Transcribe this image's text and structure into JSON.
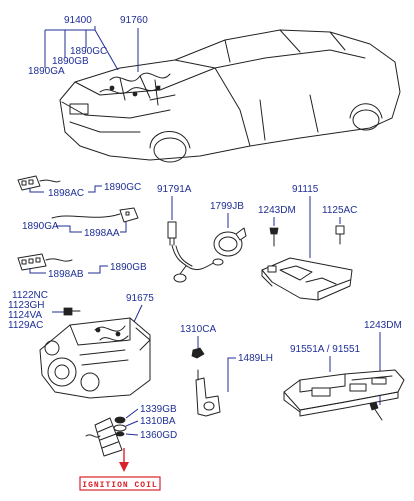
{
  "labels": {
    "p91400": "91400",
    "p91760": "91760",
    "p1890GC_top": "1890GC",
    "p1890GB_top": "1890GB",
    "p1890GA_top": "1890GA",
    "p1898AC": "1898AC",
    "p1890GC_mid": "1890GC",
    "p1890GA_mid": "1890GA",
    "p1898AA": "1898AA",
    "p1890GB_mid": "1890GB",
    "p1898AB": "1898AB",
    "p91791A": "91791A",
    "p1799JB": "1799JB",
    "p91115": "91115",
    "p1243DM_a": "1243DM",
    "p1125AC": "1125AC",
    "p1122NC": "1122NC",
    "p1123GH": "1123GH",
    "p1124VA": "1124VA",
    "p1129AC": "1129AC",
    "p91675": "91675",
    "p1310CA": "1310CA",
    "p1489LH": "1489LH",
    "p1243DM_b": "1243DM",
    "p91551A": "91551A / 91551",
    "p1339GB": "1339GB",
    "p1310BA": "1310BA",
    "p1360GD": "1360GD"
  },
  "callout": {
    "ignition_coil": "IGNITION COIL",
    "color": "#d8232a"
  },
  "colors": {
    "label_blue": "#1f2f96",
    "drawing": "#222222"
  }
}
